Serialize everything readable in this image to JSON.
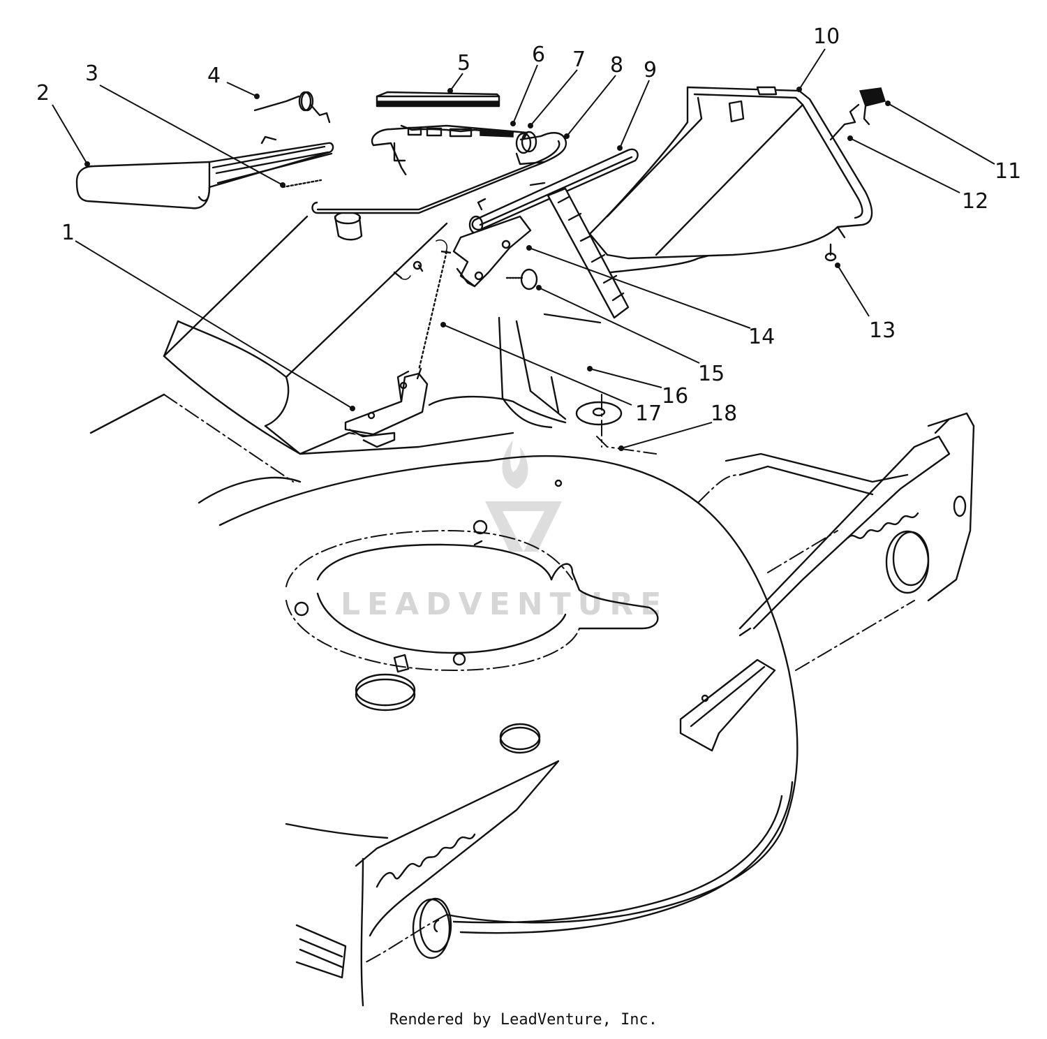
{
  "parts": [
    {
      "number": "1"
    },
    {
      "number": "2"
    },
    {
      "number": "3"
    },
    {
      "number": "4"
    },
    {
      "number": "5"
    },
    {
      "number": "6"
    },
    {
      "number": "7"
    },
    {
      "number": "8"
    },
    {
      "number": "9"
    },
    {
      "number": "10"
    },
    {
      "number": "11"
    },
    {
      "number": "12"
    },
    {
      "number": "13"
    },
    {
      "number": "14"
    },
    {
      "number": "15"
    },
    {
      "number": "16"
    },
    {
      "number": "17"
    },
    {
      "number": "18"
    }
  ],
  "watermark": "LEADVENTURE",
  "credit": "Rendered by LeadVenture, Inc.",
  "colors": {
    "line": "#111111",
    "background": "#ffffff",
    "watermark": "#d6d6d6"
  }
}
